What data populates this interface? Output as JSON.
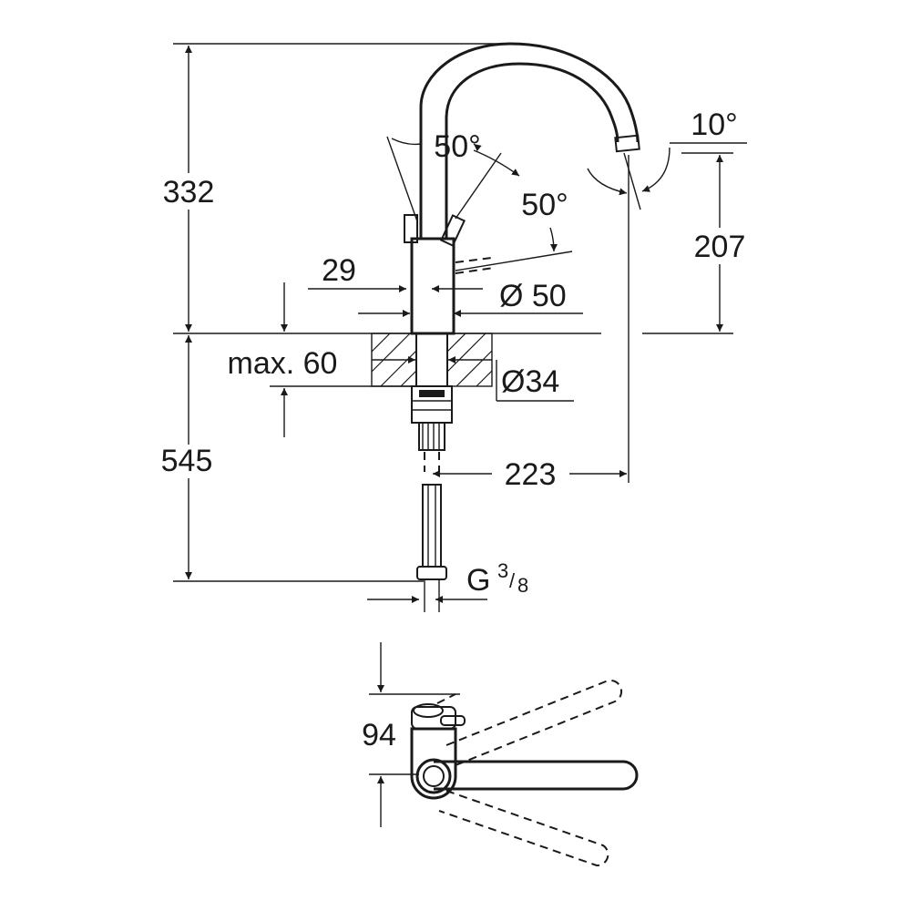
{
  "dimensions": {
    "height_above": "332",
    "height_below": "545",
    "spout_height": "207",
    "reach": "223",
    "lever_angle_front": "50°",
    "lever_angle_side": "50°",
    "spout_tilt": "10°",
    "body_offset": "29",
    "body_diameter": "Ø 50",
    "shank_diameter": "Ø34",
    "max_thickness": "max. 60",
    "connection_thread_main": "G",
    "connection_thread_num": "3",
    "connection_thread_den": "8",
    "top_view_offset": "94"
  }
}
